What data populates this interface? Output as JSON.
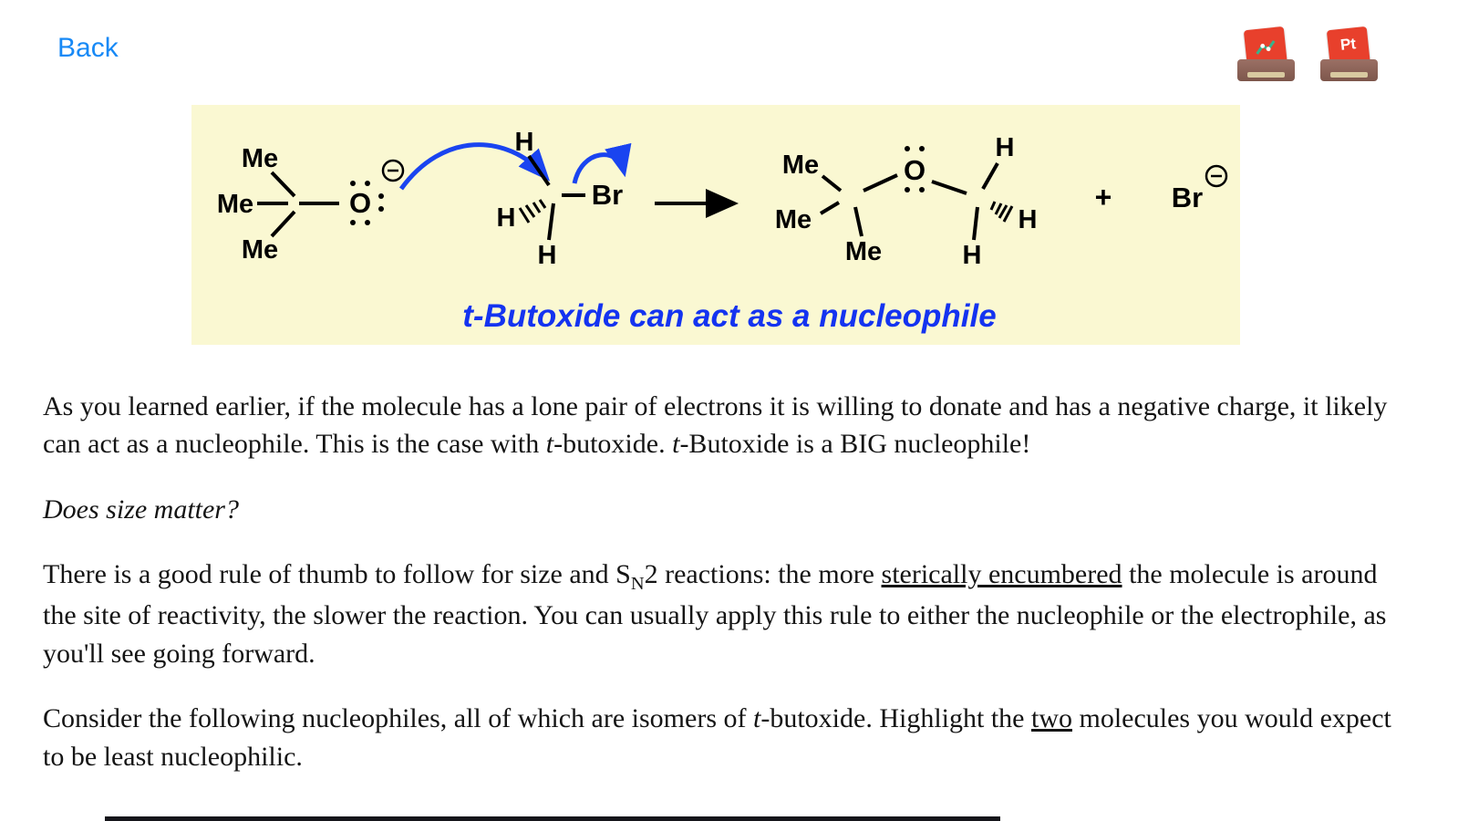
{
  "header": {
    "back_label": "Back",
    "icons": [
      {
        "name": "archive-app-icon",
        "label": ""
      },
      {
        "name": "periodic-table-app-icon",
        "label": "Pt"
      }
    ]
  },
  "scheme": {
    "caption": "t-Butoxide can act as a nucleophile",
    "labels": {
      "me": "Me",
      "o": "O",
      "h": "H",
      "br": "Br",
      "plus": "+"
    },
    "colors": {
      "panel_bg": "#FAF8D2",
      "arrow_blue": "#1A44F0",
      "caption_blue": "#1433F0"
    }
  },
  "body": {
    "paragraphs": [
      {
        "runs": [
          {
            "t": "As you learned earlier, if the molecule has a lone pair of electrons it is willing to donate and has a negative charge, it likely can act as a nucleophile. This is the case with "
          },
          {
            "t": "t",
            "i": true
          },
          {
            "t": "-butoxide. "
          },
          {
            "t": "t",
            "i": true
          },
          {
            "t": "-Butoxide is a BIG nucleophile!"
          }
        ]
      },
      {
        "runs": [
          {
            "t": "Does size matter?",
            "i": true
          }
        ]
      },
      {
        "runs": [
          {
            "t": "There is a good rule of thumb to follow for size and S"
          },
          {
            "t": "N",
            "sub": true
          },
          {
            "t": "2 reactions: the more "
          },
          {
            "t": "sterically encumbered",
            "u": true
          },
          {
            "t": " the molecule is around the site of reactivity, the slower the reaction. You can usually apply this rule to either the nucleophile or the electrophile, as you'll see going forward."
          }
        ]
      },
      {
        "runs": [
          {
            "t": "Consider the following nucleophiles, all of which are isomers of "
          },
          {
            "t": "t",
            "i": true
          },
          {
            "t": "-butoxide. Highlight the "
          },
          {
            "t": "two",
            "u": true
          },
          {
            "t": " molecules you would expect to be least nucleophilic."
          }
        ]
      }
    ]
  }
}
